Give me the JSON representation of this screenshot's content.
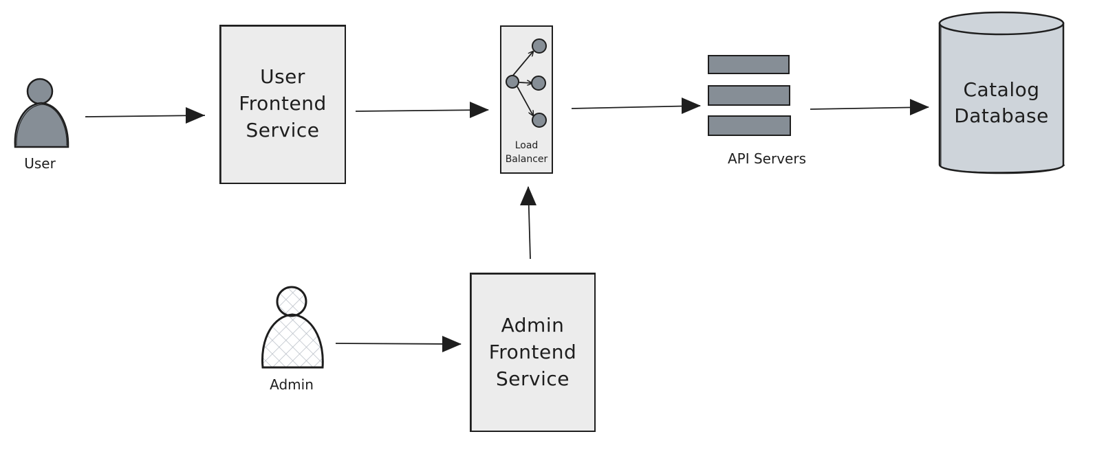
{
  "colors": {
    "stroke": "#1e1e1e",
    "actor_fill": "#868e96",
    "box_fill": "#ececec",
    "server_fill": "#868e96",
    "db_fill": "#ced4da",
    "hatch": "#b8bec6"
  },
  "nodes": {
    "user": {
      "label": "User",
      "icon": "person-icon"
    },
    "user_frontend": {
      "label": "User\nFrontend\nService"
    },
    "load_balancer": {
      "label": "Load\nBalancer",
      "icon": "load-balancer-icon"
    },
    "api_servers": {
      "label": "API Servers",
      "icon": "server-stack-icon"
    },
    "catalog_db": {
      "label": "Catalog\nDatabase",
      "icon": "database-cylinder-icon"
    },
    "admin": {
      "label": "Admin",
      "icon": "person-icon"
    },
    "admin_frontend": {
      "label": "Admin\nFrontend\nService"
    }
  },
  "edges": [
    {
      "from": "user",
      "to": "user_frontend"
    },
    {
      "from": "user_frontend",
      "to": "load_balancer"
    },
    {
      "from": "load_balancer",
      "to": "api_servers"
    },
    {
      "from": "api_servers",
      "to": "catalog_db"
    },
    {
      "from": "admin",
      "to": "admin_frontend"
    },
    {
      "from": "admin_frontend",
      "to": "load_balancer"
    }
  ]
}
